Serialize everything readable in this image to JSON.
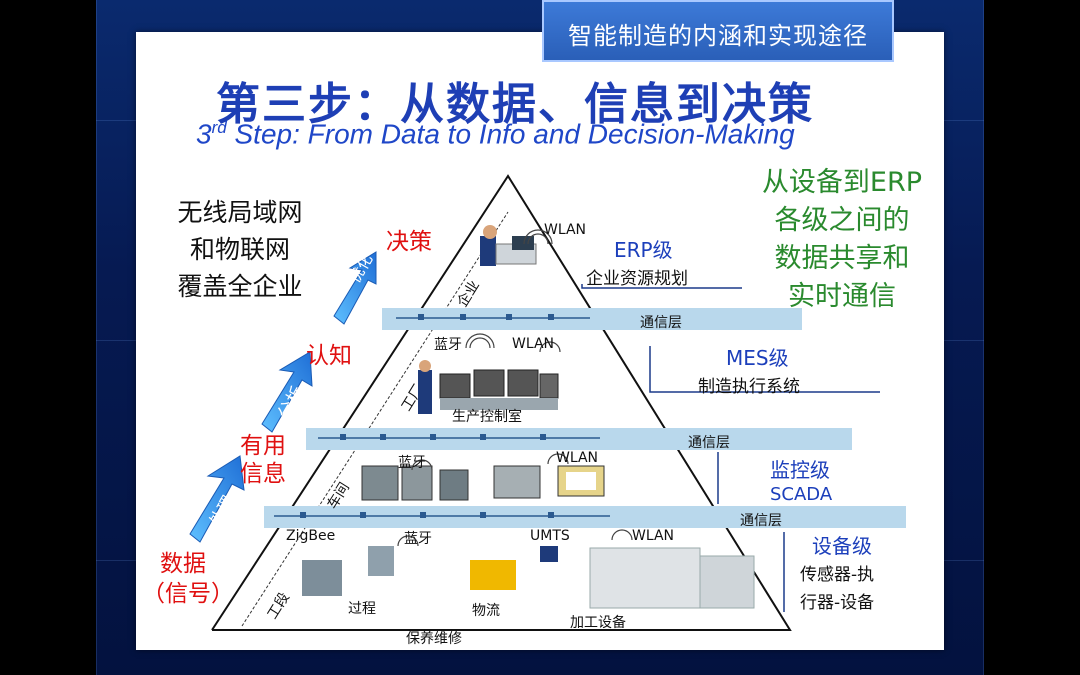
{
  "topic_banner": "智能制造的内涵和实现途径",
  "title_cn": "第三步：从数据、信息到决策",
  "title_en": {
    "ord": "3",
    "sup": "rd",
    "rest": " Step: From Data to Info and Decision-Making"
  },
  "left_note": [
    "无线局域网",
    "和物联网",
    "覆盖全企业"
  ],
  "right_note": [
    "从设备到ERP",
    "各级之间的",
    "数据共享和",
    "实时通信"
  ],
  "progression": {
    "stages": [
      "决策",
      "认知",
      "有用",
      "信息",
      "数据",
      "（信号）"
    ],
    "arrows": [
      "优化",
      "分析",
      "处理"
    ]
  },
  "layers": {
    "enterprise": "企业",
    "factory": "工厂",
    "workshop": "车间",
    "section": "工段"
  },
  "levels": {
    "erp": {
      "name": "ERP级",
      "desc": "企业资源规划"
    },
    "mes": {
      "name": "MES级",
      "desc": "制造执行系统"
    },
    "scada": {
      "name": "监控级",
      "desc": "SCADA"
    },
    "device": {
      "name": "设备级",
      "desc1": "传感器-执",
      "desc2": "行器-设备"
    }
  },
  "bus_label": "通信层",
  "wireless": {
    "wlan": "WLAN",
    "bluetooth": "蓝牙",
    "zigbee": "ZigBee",
    "umts": "UMTS"
  },
  "captions": {
    "control_room": "生产控制室",
    "process": "过程",
    "logistics": "物流",
    "machining": "加工设备",
    "maintenance": "保养维修"
  },
  "colors": {
    "title": "#1e3fb5",
    "red": "#e01010",
    "green": "#2a8a2e",
    "arrow": "#2f8fe6",
    "bus": "#b9d8ec"
  }
}
